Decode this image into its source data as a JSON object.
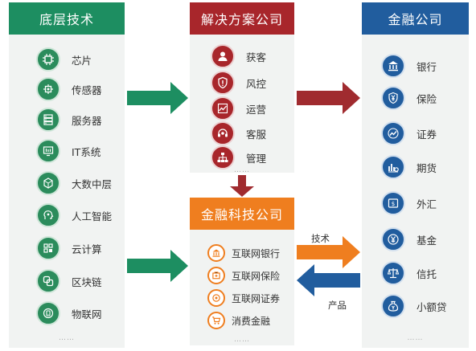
{
  "columns": {
    "tech": {
      "title": "底层技术",
      "items": [
        {
          "label": "芯片",
          "icon": "chip-icon"
        },
        {
          "label": "传感器",
          "icon": "sensor-icon"
        },
        {
          "label": "服务器",
          "icon": "server-icon"
        },
        {
          "label": "IT系统",
          "icon": "it-system-icon"
        },
        {
          "label": "大数中层",
          "icon": "data-platform-icon"
        },
        {
          "label": "人工智能",
          "icon": "ai-head-icon"
        },
        {
          "label": "云计算",
          "icon": "cloud-computing-icon"
        },
        {
          "label": "区块链",
          "icon": "blockchain-icon"
        },
        {
          "label": "物联网",
          "icon": "iot-icon"
        }
      ],
      "more": "……"
    },
    "solutions": {
      "title": "解决方案公司",
      "items": [
        {
          "label": "获客",
          "icon": "user-icon"
        },
        {
          "label": "风控",
          "icon": "shield-icon"
        },
        {
          "label": "运营",
          "icon": "trend-chart-icon"
        },
        {
          "label": "客服",
          "icon": "headset-icon"
        },
        {
          "label": "管理",
          "icon": "org-chart-icon"
        }
      ],
      "more": "……"
    },
    "fintech": {
      "title": "金融科技公司",
      "items": [
        {
          "label": "互联网银行",
          "icon": "bank-icon"
        },
        {
          "label": "互联网保险",
          "icon": "insurance-icon"
        },
        {
          "label": "互联网证券",
          "icon": "securities-icon"
        },
        {
          "label": "消费金融",
          "icon": "cart-icon"
        }
      ],
      "more": "……"
    },
    "finance": {
      "title": "金融公司",
      "items": [
        {
          "label": "银行",
          "icon": "bank-icon"
        },
        {
          "label": "保险",
          "icon": "yen-shield-icon"
        },
        {
          "label": "证券",
          "icon": "chart-line-icon"
        },
        {
          "label": "期货",
          "icon": "bar-chart-icon"
        },
        {
          "label": "外汇",
          "icon": "exchange-icon"
        },
        {
          "label": "基金",
          "icon": "yen-coin-icon"
        },
        {
          "label": "信托",
          "icon": "scale-icon"
        },
        {
          "label": "小额贷",
          "icon": "money-bag-icon"
        }
      ],
      "more": "……"
    }
  },
  "flows": {
    "tech_label": "技术",
    "product_label": "产品"
  },
  "colors": {
    "green": "#1d8e61",
    "red": "#a8262b",
    "blue": "#215d9e",
    "orange": "#ef7e1f"
  }
}
